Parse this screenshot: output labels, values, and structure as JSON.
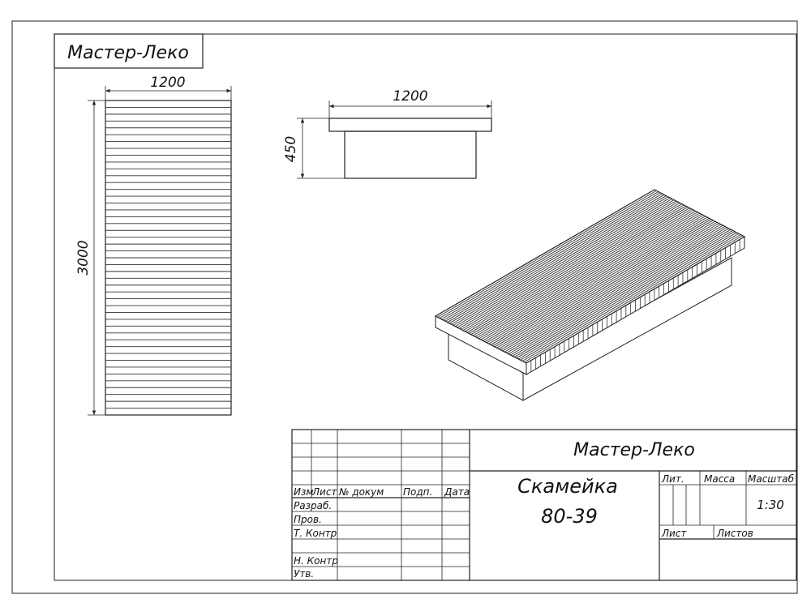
{
  "company_name": "Мастер-Леко",
  "plan_view": {
    "width_label": "1200",
    "length_label": "3000"
  },
  "front_view": {
    "width_label": "1200",
    "height_label": "450"
  },
  "title_block": {
    "company": "Мастер-Леко",
    "product_name": "Скамейка",
    "product_code": "80-39",
    "headers": {
      "izm": "Изм",
      "list": "Лист",
      "doc_no": "№ докум",
      "podp": "Подп.",
      "data": "Дата"
    },
    "roles": {
      "razrab": "Разраб.",
      "prov": "Пров.",
      "t_kontr": "Т. Контр",
      "n_kontr": "Н. Контр",
      "utv": "Утв."
    },
    "lit": "Лит.",
    "massa": "Масса",
    "masshtab": "Масштаб",
    "scale_value": "1:30",
    "sheet": "Лист",
    "sheets": "Листов"
  },
  "colors": {
    "line": "#222222",
    "paper": "#ffffff"
  }
}
